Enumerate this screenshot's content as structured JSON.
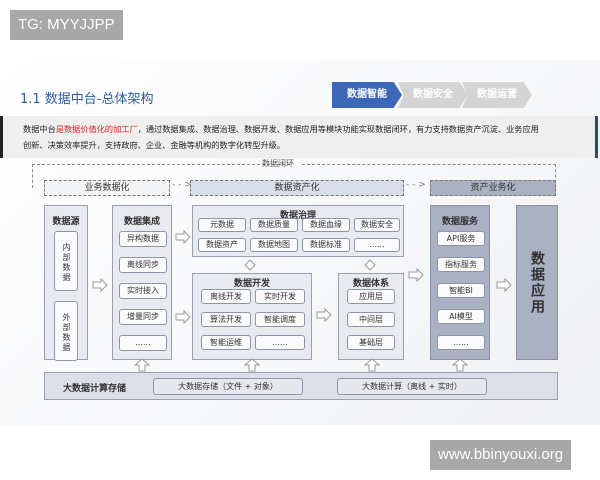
{
  "watermarks": {
    "top_left": "TG: MYYJJPP",
    "bottom_right": "www.bbinyouxi.org"
  },
  "header": {
    "title": "1.1 数据中台-总体架构",
    "steps": [
      {
        "label": "数据智能",
        "active": true,
        "color": "#3c66b8"
      },
      {
        "label": "数据安全",
        "active": false,
        "color": "#d4d4d4"
      },
      {
        "label": "数据运营",
        "active": false,
        "color": "#d4d4d4"
      }
    ]
  },
  "description": {
    "prefix": "数据中台",
    "highlight": "是数据价值化的加工厂",
    "line1_rest": "，通过数据集成、数据治理、数据开发、数据应用等模块功能实现数据闭环，有力支持数据资产沉淀、业务应用",
    "line2": "创新、决策效率提升，支持政府、企业、金融等机构的数字化转型升级。",
    "highlight_color": "#e02020"
  },
  "loop": {
    "label": "数据闭环",
    "phases": [
      "业务数据化",
      "数据资产化",
      "资产业务化"
    ]
  },
  "columns": {
    "source": {
      "title": "数据源",
      "items": [
        "内部数据",
        "外部数据"
      ]
    },
    "integration": {
      "title": "数据集成",
      "items": [
        "异构数据",
        "离线同步",
        "实时接入",
        "增量同步",
        "......"
      ]
    },
    "governance": {
      "title": "数据治理",
      "items": [
        "元数据",
        "数据质量",
        "数据血缘",
        "数据安全",
        "数据资产",
        "数据地图",
        "数据标准",
        "......"
      ]
    },
    "development": {
      "title": "数据开发",
      "items": [
        "离线开发",
        "实时开发",
        "算法开发",
        "智能调度",
        "智能运维",
        "......"
      ]
    },
    "system": {
      "title": "数据体系",
      "items": [
        "应用层",
        "中间层",
        "基础层"
      ]
    },
    "service": {
      "title": "数据服务",
      "items": [
        "API服务",
        "指标服务",
        "智能BI",
        "AI模型",
        "......"
      ]
    },
    "application": {
      "title": "数据应用"
    }
  },
  "bottom": {
    "label": "大数据计算存储",
    "storage": "大数据存储（文件 + 对象）",
    "compute": "大数据计算（离线 + 实时）"
  },
  "colors": {
    "accent": "#3c66b8",
    "title": "#2f5aa8",
    "panel_light": "#e8eaef",
    "panel_dark": "#a9b1c3"
  }
}
